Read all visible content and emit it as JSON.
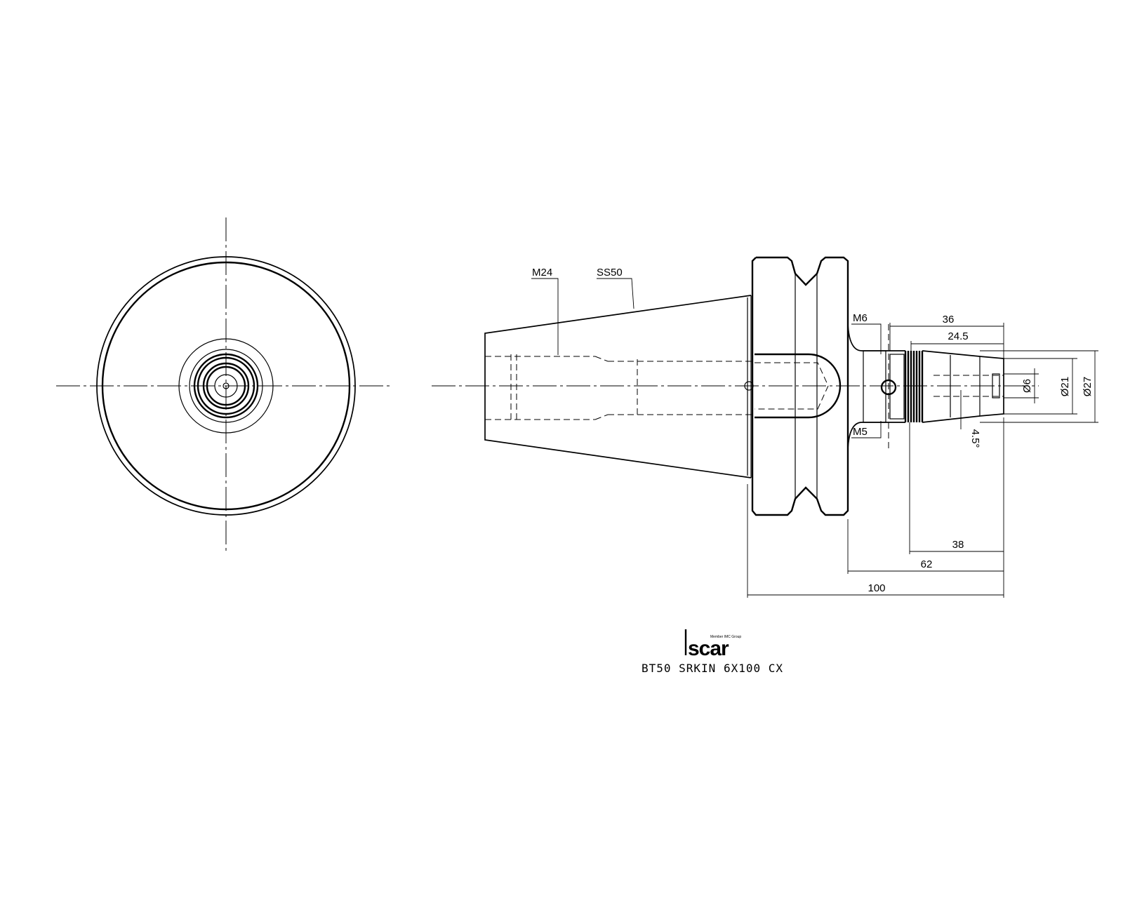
{
  "labels": {
    "m24": "M24",
    "ss50": "SS50",
    "m6": "M6",
    "m5": "M5",
    "angle": "4.5°"
  },
  "dimensions": {
    "d36": "36",
    "d24_5": "24.5",
    "d38": "38",
    "d62": "62",
    "d100": "100",
    "dia6": "Ø6",
    "dia21": "Ø21",
    "dia27": "Ø27"
  },
  "logo": {
    "brand": "Iscar",
    "tagline": "Member IMC Group"
  },
  "part_name": "BT50 SRKIN 6X100 CX"
}
